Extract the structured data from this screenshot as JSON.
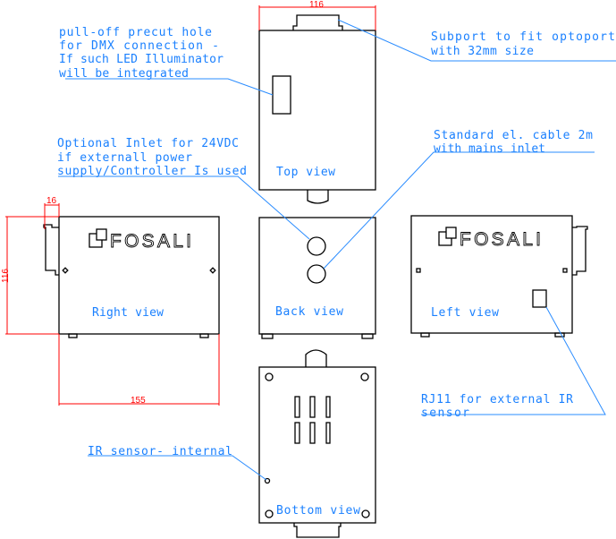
{
  "colors": {
    "annotation": "#1a80ff",
    "dimension": "#ff0000",
    "outline": "#000000"
  },
  "logo": "FOSALI",
  "views": {
    "top": "Top view",
    "back": "Back view",
    "right": "Right view",
    "left": "Left view",
    "bottom": "Bottom view"
  },
  "dimensions": {
    "top_width": "116",
    "right_height": "116",
    "right_length": "155",
    "bracket_depth": "16"
  },
  "notes": {
    "dmx": [
      "pull-off precut hole",
      "for DMX connection -",
      "If such LED Illuminator",
      "will be integrated"
    ],
    "inlet": [
      "Optional Inlet for 24VDC",
      "if externall power",
      "supply/Controller Is used"
    ],
    "subport": [
      "Subport to fit optoport",
      "with 32mm size"
    ],
    "cable": [
      "Standard el. cable 2m",
      "with mains inlet"
    ],
    "rj11": [
      "RJ11 for external IR",
      "sensor"
    ],
    "ir": [
      "IR sensor- internal"
    ]
  }
}
